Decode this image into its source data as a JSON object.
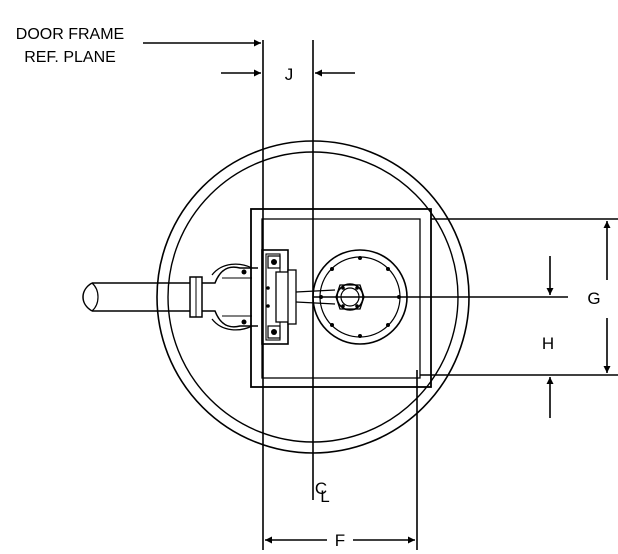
{
  "reference": {
    "line1": "DOOR FRAME",
    "line2": "REF. PLANE"
  },
  "dimensions": {
    "f": "F",
    "g": "G",
    "h": "H",
    "j": "J"
  },
  "centerline": {
    "c": "C",
    "l": "L"
  },
  "colors": {
    "ink": "#000000",
    "paper": "#ffffff"
  }
}
